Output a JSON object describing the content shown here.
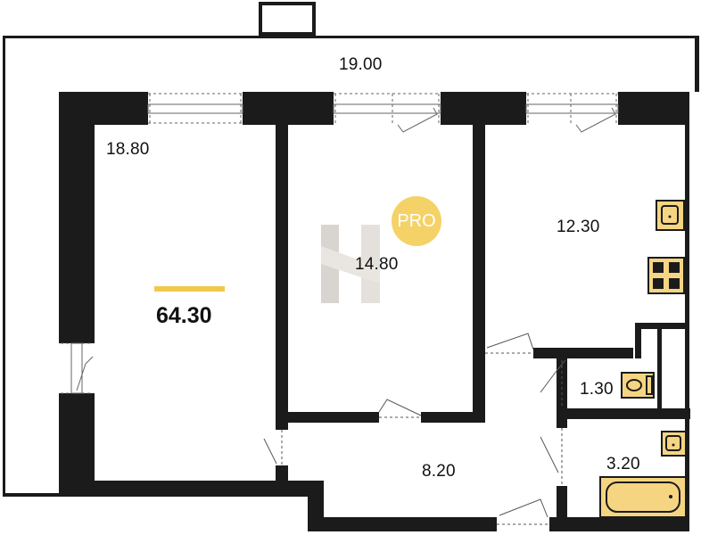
{
  "plan": {
    "total_area": "64.30",
    "rooms": {
      "balcony": "19.00",
      "room_left": "18.80",
      "room_middle": "14.80",
      "kitchen": "12.30",
      "hall": "8.20",
      "toilet": "1.30",
      "bathroom": "3.20"
    },
    "badge": "PRO",
    "colors": {
      "wall": "#1b1b1b",
      "fixture": "#f5d582",
      "accent": "#f2c84b"
    }
  }
}
